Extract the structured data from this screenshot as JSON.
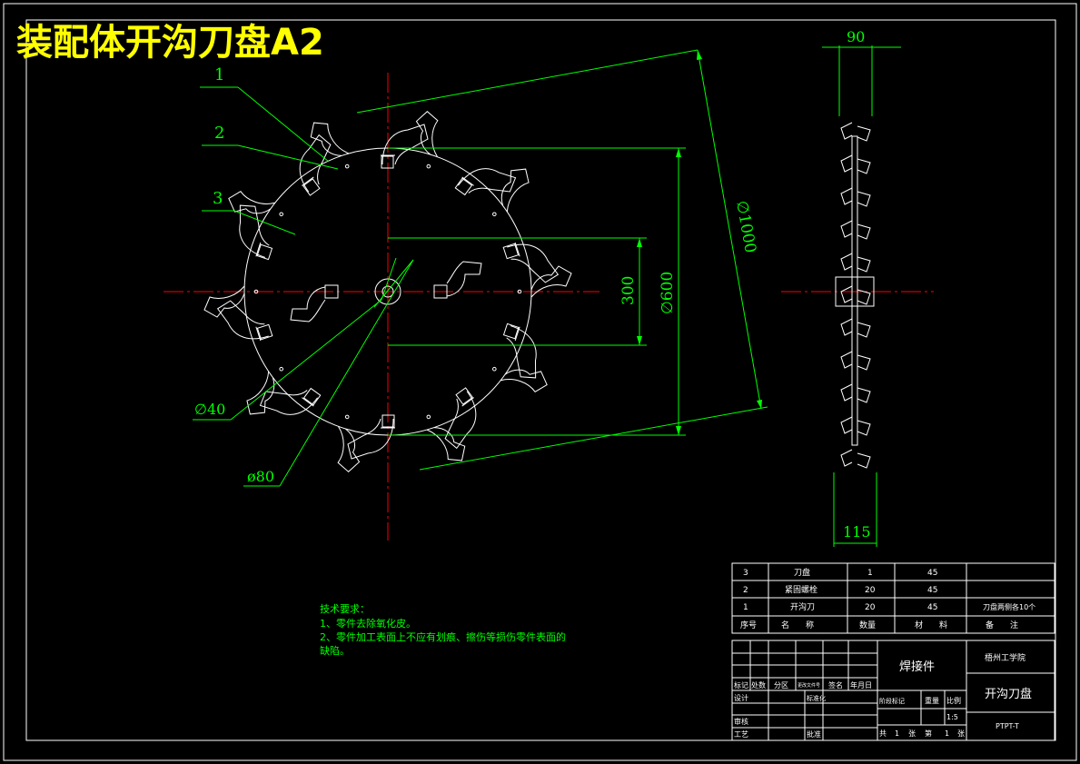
{
  "title": "装配体开沟刀盘A2",
  "drawing": {
    "leaders": [
      "1",
      "2",
      "3"
    ],
    "dims": {
      "phi40": "∅40",
      "phi80": "ø80",
      "d300": "300",
      "phi600": "∅600",
      "phi1000": "∅1000",
      "w90": "90",
      "w115": "115"
    }
  },
  "notes": {
    "heading": "技术要求：",
    "lines": [
      "1、零件去除氧化皮。",
      "2、零件加工表面上不应有划痕、擦伤等损伤零件表面的",
      "缺陷。"
    ]
  },
  "bom": {
    "rows": [
      [
        "3",
        "刀盘",
        "1",
        "45",
        ""
      ],
      [
        "2",
        "紧固螺栓",
        "20",
        "45",
        ""
      ],
      [
        "1",
        "开沟刀",
        "20",
        "45",
        "刀盘两侧各10个"
      ]
    ],
    "header": [
      "序号",
      "名　　称",
      "数量",
      "材　　料",
      "备　　注"
    ]
  },
  "title_block": {
    "part_type": "焊接件",
    "school": "梧州工学院",
    "drawing_name": "开沟刀盘",
    "code": "PTPT-T",
    "scale": "1:5",
    "h_mark": "标记",
    "h_count": "处数",
    "h_zone": "分区",
    "h_doc": "更改文件号",
    "h_sign": "签名",
    "h_date": "年月日",
    "design": "设计",
    "standard": "标准化",
    "review": "审核",
    "process": "工艺",
    "approve": "批准",
    "stage": "阶段标记",
    "weight": "重量",
    "ratio": "比例",
    "total": "共",
    "sheets": "张",
    "sheet_no": "第",
    "page": "张",
    "n1": "1",
    "n2": "1"
  }
}
